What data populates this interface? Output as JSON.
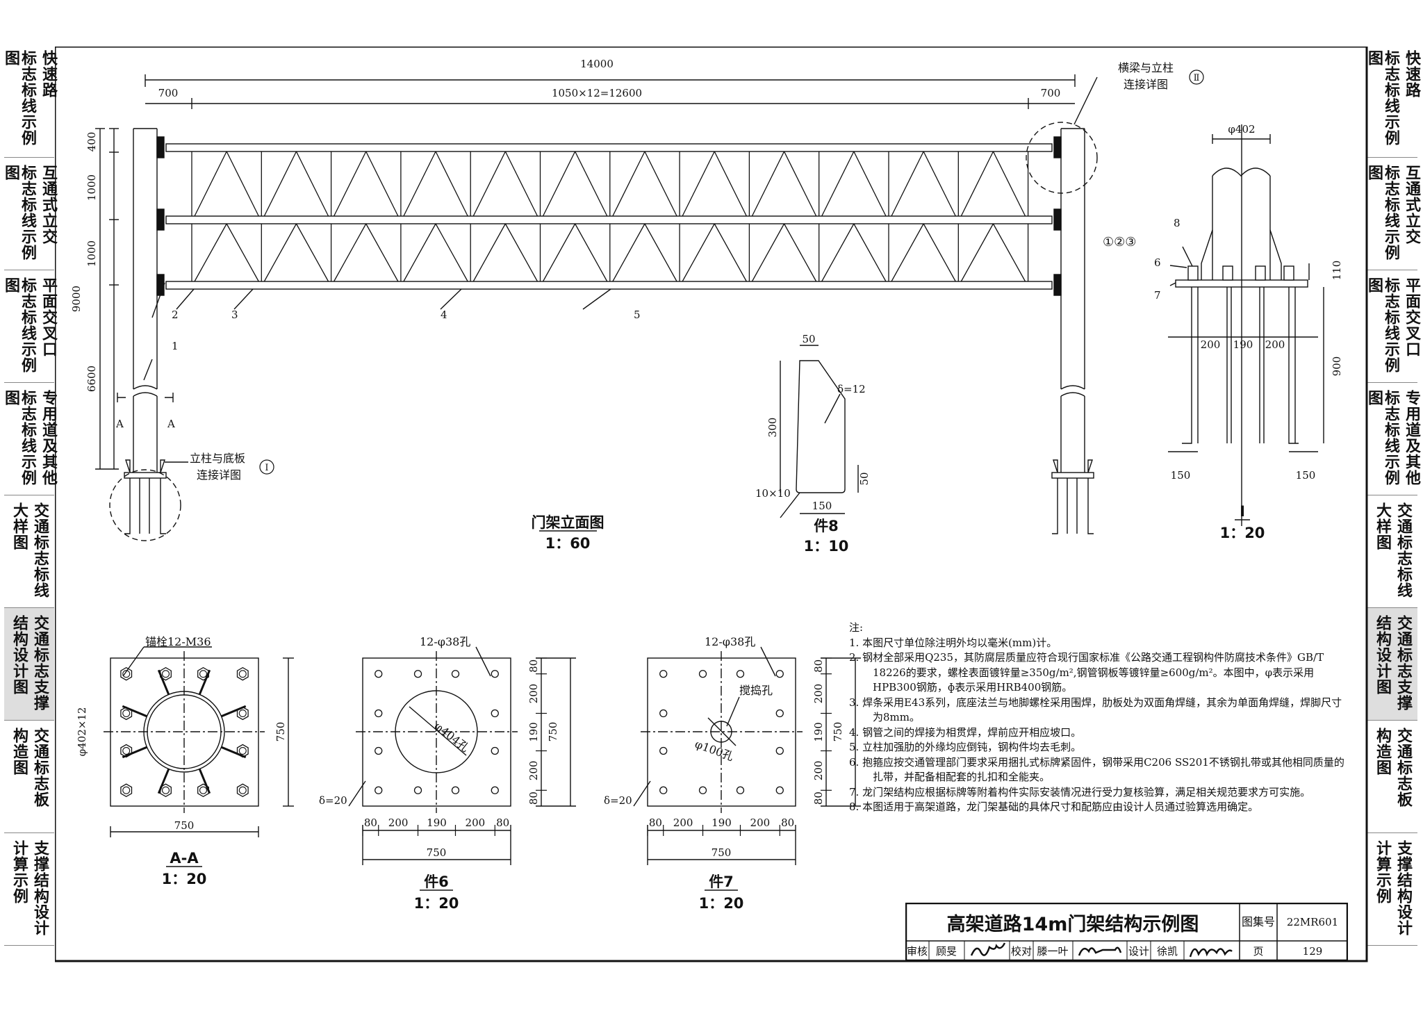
{
  "left_tabs": [
    {
      "cols": [
        "标志标线示例图",
        "快速路"
      ]
    },
    {
      "cols": [
        "标志标线示例图",
        "互通式立交"
      ]
    },
    {
      "cols": [
        "标志标线示例图",
        "平面交叉口"
      ]
    },
    {
      "cols": [
        "标志标线示例图",
        "专用道及其他"
      ]
    },
    {
      "cols": [
        "大样图",
        "交通标志标线"
      ]
    },
    {
      "cols": [
        "结构设计图",
        "交通标志支撑"
      ],
      "active": true
    },
    {
      "cols": [
        "构造图",
        "交通标志板"
      ]
    },
    {
      "cols": [
        "计算示例",
        "支撑结构设计"
      ]
    }
  ],
  "right_tabs": [
    {
      "cols": [
        "标志标线示例图",
        "快速路"
      ]
    },
    {
      "cols": [
        "标志标线示例图",
        "互通式立交"
      ]
    },
    {
      "cols": [
        "标志标线示例图",
        "平面交叉口"
      ]
    },
    {
      "cols": [
        "标志标线示例图",
        "专用道及其他"
      ]
    },
    {
      "cols": [
        "大样图",
        "交通标志标线"
      ]
    },
    {
      "cols": [
        "结构设计图",
        "交通标志支撑"
      ],
      "active": true
    },
    {
      "cols": [
        "构造图",
        "交通标志板"
      ]
    },
    {
      "cols": [
        "计算示例",
        "支撑结构设计"
      ]
    }
  ],
  "elevation": {
    "dim_total": "14000",
    "dim_left": "700",
    "dim_mid": "1050×12=12600",
    "dim_right": "700",
    "dim_h1": "400",
    "dim_h2": "1000",
    "dim_h3": "1000",
    "dim_h4": "6600",
    "dim_total_h": "9000",
    "label_1": "1",
    "label_2": "2",
    "label_3": "3",
    "label_4": "4",
    "label_5": "5",
    "section_mark": "A",
    "detail2_line1": "横梁与立柱",
    "detail2_line2": "连接详图",
    "detail2_num": "Ⅱ",
    "detail1_line1": "立柱与底板",
    "detail1_line2": "连接详图",
    "detail1_num": "Ⅰ",
    "caption": "门架立面图",
    "scale": "1：60"
  },
  "part8": {
    "dim_top": "50",
    "dim_h": "300",
    "thk": "δ=12",
    "dim_r": "50",
    "chamfer": "10×10",
    "dim_b": "150",
    "caption": "件8",
    "scale": "1：10"
  },
  "detail1": {
    "dia": "φ402",
    "lbl_8": "8",
    "lbl_123": "①②③",
    "lbl_6": "6",
    "lbl_7": "7",
    "dim_110": "110",
    "dim_a": "200",
    "dim_b": "190",
    "dim_c": "200",
    "dim_900": "900",
    "dim_l": "150",
    "dim_r": "150",
    "caption": "Ⅰ",
    "scale": "1：20"
  },
  "sectionAA": {
    "anchor": "锚栓12-M36",
    "rib": "φ402×12",
    "dim_w": "750",
    "dim_h": "750",
    "caption": "A-A",
    "scale": "1：20"
  },
  "part6": {
    "holes": "12-φ38孔",
    "center": "φ404孔",
    "thk": "δ=20",
    "dims": [
      "80",
      "200",
      "190",
      "200",
      "80"
    ],
    "dim_w": "750",
    "dim_h": "750",
    "caption": "件6",
    "scale": "1：20"
  },
  "part7": {
    "holes": "12-φ38孔",
    "stir": "搅捣孔",
    "center": "φ100孔",
    "thk": "δ=20",
    "dims": [
      "80",
      "200",
      "190",
      "200",
      "80"
    ],
    "dim_w": "750",
    "dim_h": "750",
    "caption": "件7",
    "scale": "1：20"
  },
  "notes": {
    "heading": "注:",
    "items": [
      "1. 本图尺寸单位除注明外均以毫米(mm)计。",
      "2. 钢材全部采用Q235，其防腐层质量应符合现行国家标准《公路交通工程钢构件防腐技术条件》GB/T 18226的要求，螺栓表面镀锌量≥350g/m²,钢管钢板等镀锌量≥600g/m²。本图中，φ表示采用HPB300钢筋，ɸ表示采用HRB400钢筋。",
      "3. 焊条采用E43系列，底座法兰与地脚螺栓采用围焊，肋板处为双面角焊缝，其余为单面角焊缝，焊脚尺寸为8mm。",
      "4. 钢管之间的焊接为相贯焊，焊前应开相应坡口。",
      "5. 立柱加强肋的外缘均应倒钝，钢构件均去毛刺。",
      "6. 抱箍应按交通管理部门要求采用捆扎式标牌紧固件，钢带采用C206 SS201不锈钢扎带或其他相同质量的扎带，并配备相配套的扎扣和全能夹。",
      "7. 龙门架结构应根据标牌等附着构件实际安装情况进行受力复核验算，满足相关规范要求方可实施。",
      "8. 本图适用于高架道路，龙门架基础的具体尺寸和配筋应由设计人员通过验算选用确定。"
    ]
  },
  "titleblock": {
    "title": "高架道路14m门架结构示例图",
    "atlas_label": "图集号",
    "atlas_no": "22MR601",
    "review_label": "审核",
    "review_name": "顾旻",
    "check_label": "校对",
    "check_name": "滕一叶",
    "design_label": "设计",
    "design_name": "徐凯",
    "page_label": "页",
    "page_no": "129"
  }
}
